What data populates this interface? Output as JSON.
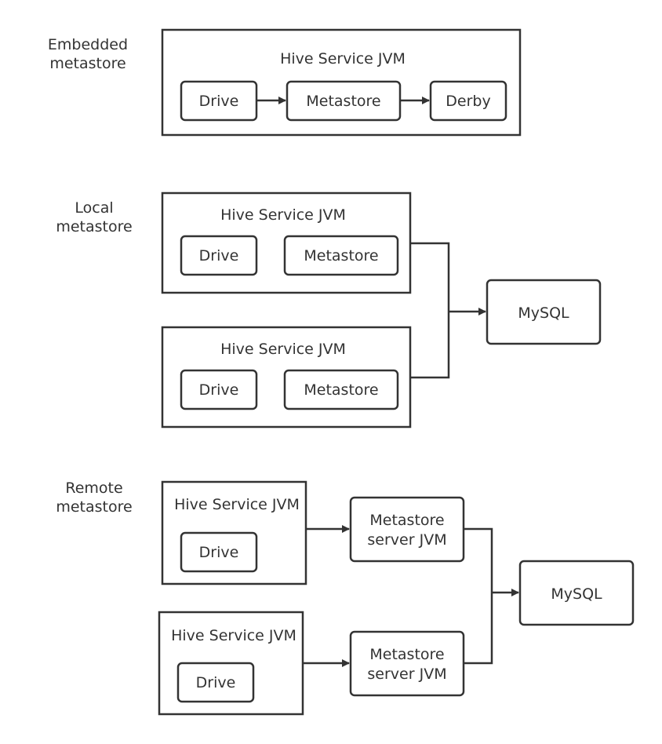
{
  "sections": {
    "embedded": {
      "label_lines": [
        "Embedded",
        "metastore"
      ],
      "jvm_title": "Hive Service JVM",
      "drive": "Drive",
      "metastore": "Metastore",
      "db": "Derby"
    },
    "local": {
      "label_lines": [
        "Local",
        "metastore"
      ],
      "jvms": [
        {
          "title": "Hive Service JVM",
          "drive": "Drive",
          "metastore": "Metastore"
        },
        {
          "title": "Hive Service JVM",
          "drive": "Drive",
          "metastore": "Metastore"
        }
      ],
      "db": "MySQL"
    },
    "remote": {
      "label_lines": [
        "Remote",
        "metastore"
      ],
      "jvms": [
        {
          "title": "Hive Service JVM",
          "drive": "Drive",
          "server_lines": [
            "Metastore",
            "server JVM"
          ]
        },
        {
          "title": "Hive Service JVM",
          "drive": "Drive",
          "server_lines": [
            "Metastore",
            "server JVM"
          ]
        }
      ],
      "db": "MySQL"
    }
  },
  "colors": {
    "stroke": "#333333",
    "background": "#ffffff"
  }
}
